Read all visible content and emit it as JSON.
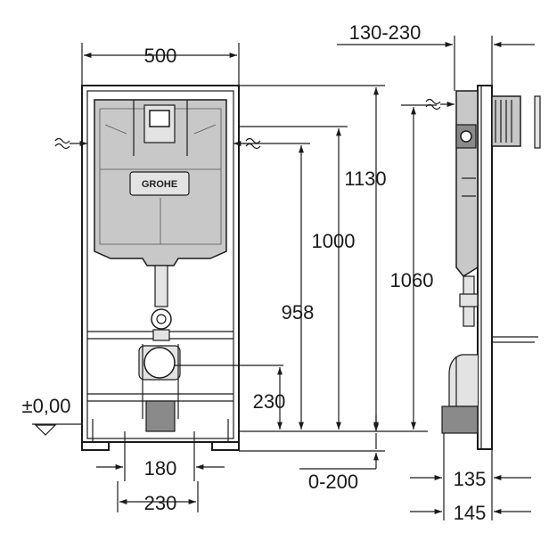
{
  "brand_logo_text": "GROHE",
  "front_view": {
    "width_label": "500",
    "level_label": "±0,00",
    "height_1130_label": "1130",
    "height_1000_label": "1000",
    "height_958_label": "958",
    "height_1060_label": "1060",
    "height_230_label": "230",
    "spacing_180_label": "180",
    "spacing_230_label": "230",
    "adjust_label": "0-200"
  },
  "side_view": {
    "depth_label": "130-230",
    "depth_135_label": "135",
    "depth_145_label": "145"
  },
  "colors": {
    "frame": "#1a1a1a",
    "tank": "#c8c8c8",
    "background": "#ffffff"
  }
}
